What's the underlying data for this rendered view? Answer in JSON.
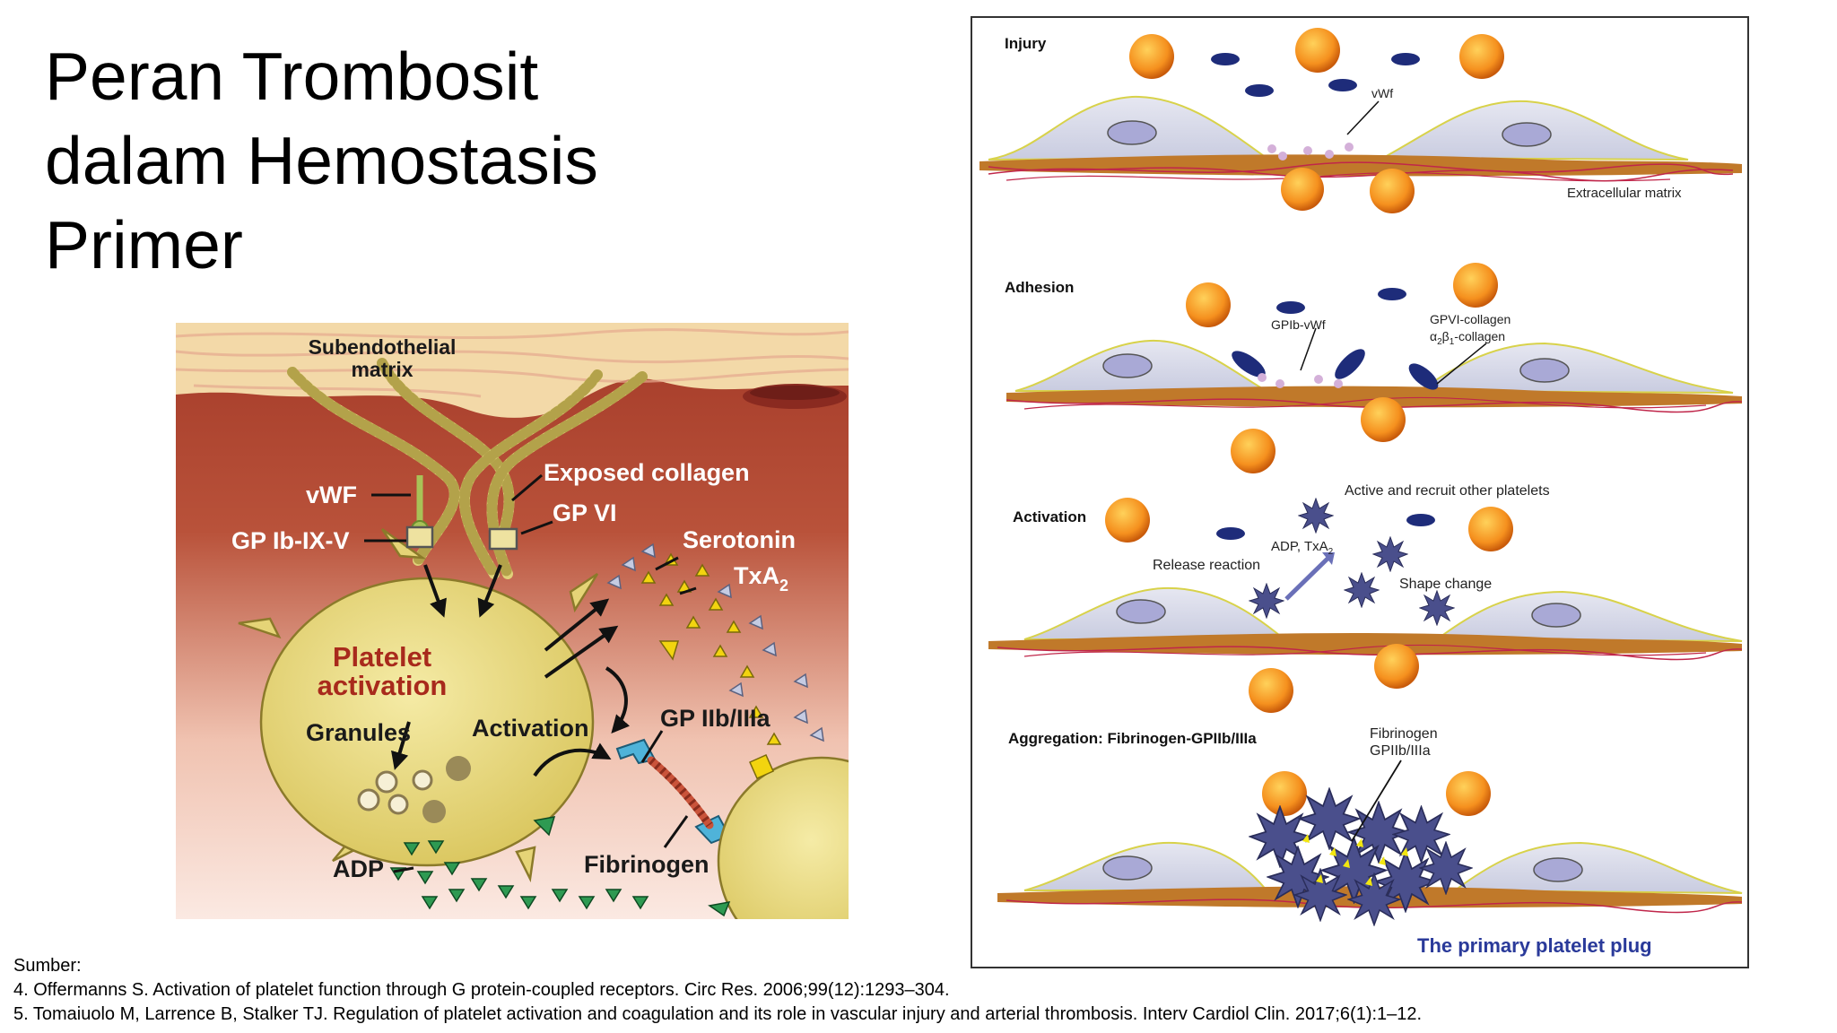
{
  "slide": {
    "title_lines": [
      "Peran Trombosit",
      "dalam Hemostasis",
      "Primer"
    ]
  },
  "left_figure": {
    "labels": {
      "subendothelial_1": "Subendothelial",
      "subendothelial_2": "matrix",
      "exposed_collagen": "Exposed collagen",
      "vwf": "vWF",
      "gp_vi": "GP VI",
      "gp_ib": "GP Ib-IX-V",
      "serotonin": "Serotonin",
      "txa2_base": "TxA",
      "txa2_sub": "2",
      "platelet_activation_1": "Platelet",
      "platelet_activation_2": "activation",
      "granules": "Granules",
      "activation": "Activation",
      "gp_iibiiia": "GP IIb/IIIa",
      "adp": "ADP",
      "fibrinogen": "Fibrinogen"
    },
    "colors": {
      "matrix": "#f3d9a8",
      "vessel_wall": "#b54a34",
      "platelet": "#e8d87a",
      "adp": "#2e9a52",
      "txa2": "#f2d40f",
      "serotonin": "#b7bfd9",
      "receptor": "#4fb3d9",
      "fibrinogen": "#c9533a"
    }
  },
  "right_figure": {
    "panels": {
      "injury": "Injury",
      "adhesion": "Adhesion",
      "activation": "Activation",
      "aggregation": "Aggregation: Fibrinogen-GPIIb/IIIa"
    },
    "labels": {
      "vwf": "vWf",
      "extracellular_matrix": "Extracellular matrix",
      "gpib_vwf": "GPIb-vWf",
      "gpvi_collagen": "GPVI-collagen",
      "a2b1_alpha": "α",
      "a2b1_sub1": "2",
      "a2b1_beta": "β",
      "a2b1_sub2": "1",
      "a2b1_rest": "-collagen",
      "active_recruit": "Active and recruit other platelets",
      "adp_txa2_base": "ADP, TxA",
      "adp_txa2_sub": "2",
      "release_reaction": "Release reaction",
      "shape_change": "Shape change",
      "fibrinogen": "Fibrinogen",
      "gpiibiiia": "GPIIb/IIIa",
      "primary_plug": "The primary platelet plug"
    },
    "colors": {
      "red_cell": "#f5901e",
      "platelet_disc": "#1e2c7a",
      "endothelial": "#d9dbe9",
      "nucleus": "#a9a9d6",
      "matrix_band": "#c0792a",
      "activated_platelet": "#4a4f8c",
      "plug_text": "#2a3a9a"
    }
  },
  "references": {
    "heading": "Sumber:",
    "items": [
      "4. Offermanns S. Activation of platelet function through G protein-coupled receptors. Circ Res. 2006;99(12):1293–304.",
      "5. Tomaiuolo M, Larrence B, Stalker TJ. Regulation of platelet activation and coagulation and its role in vascular injury and arterial thrombosis. Interv Cardiol Clin. 2017;6(1):1–12."
    ]
  }
}
